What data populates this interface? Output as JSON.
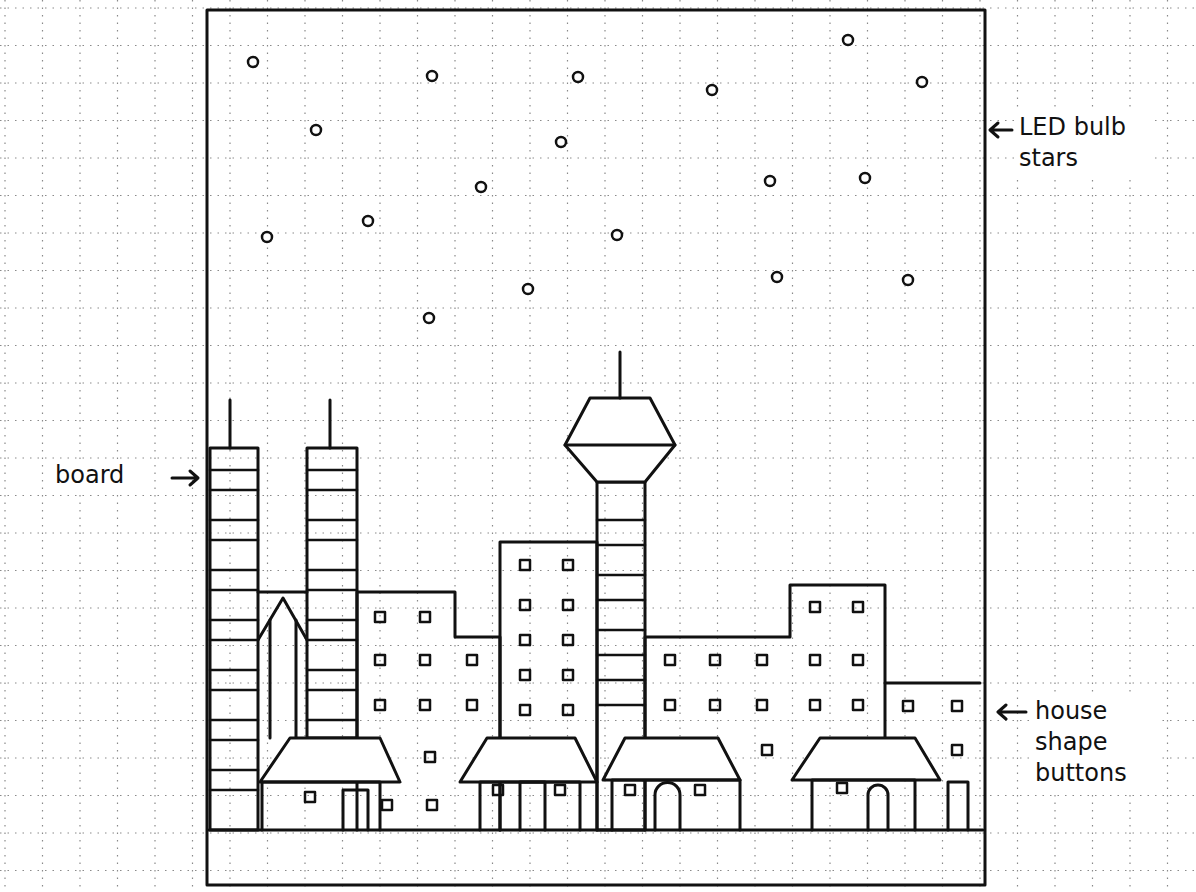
{
  "diagram": {
    "labels": [
      "LED bulb stars",
      "board",
      "house shape buttons"
    ]
  }
}
